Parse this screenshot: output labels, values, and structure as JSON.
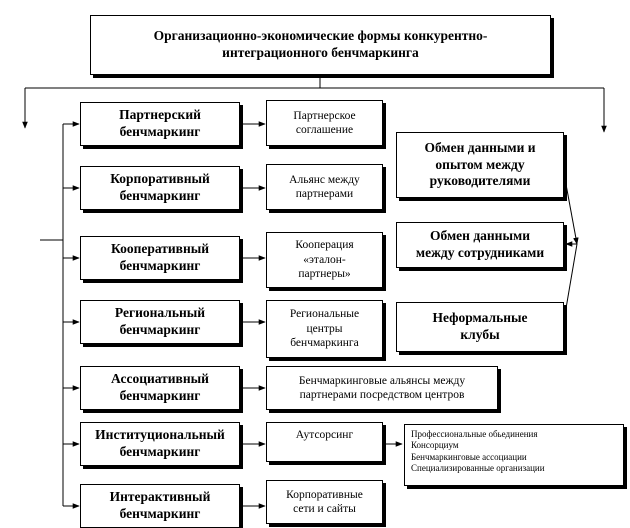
{
  "title": "Организационно-экономические формы конкурентно-\nинтеграционного бенчмаркинга",
  "forms": [
    {
      "name": "Партнерский\nбенчмаркинг",
      "mechanism": "Партнерское\nсоглашение"
    },
    {
      "name": "Корпоративный\nбенчмаркинг",
      "mechanism": "Альянс между\nпартнерами"
    },
    {
      "name": "Кооперативный\nбенчмаркинг",
      "mechanism": "Кооперация\n«эталон-\nпартнеры»"
    },
    {
      "name": "Региональный\nбенчмаркинг",
      "mechanism": "Региональные\nцентры\nбенчмаркинга"
    },
    {
      "name": "Ассоциативный\nбенчмаркинг",
      "mechanism": "Бенчмаркинговые альянсы между\nпартнерами посредством центров"
    },
    {
      "name": "Институциональный\nбенчмаркинг",
      "mechanism": "Аутсорсинг"
    },
    {
      "name": "Интерактивный\nбенчмаркинг",
      "mechanism": "Корпоративные\nсети и сайты"
    }
  ],
  "exchange": [
    "Обмен данными и\nопытом между\nруководителями",
    "Обмен данными\nмежду сотрудниками",
    "Неформальные\nклубы"
  ],
  "outsourcing_list": [
    "Профессиональные обьединения",
    "Консорциум",
    "Бенчмаркинговые ассоциации",
    "Специализированные организации"
  ]
}
